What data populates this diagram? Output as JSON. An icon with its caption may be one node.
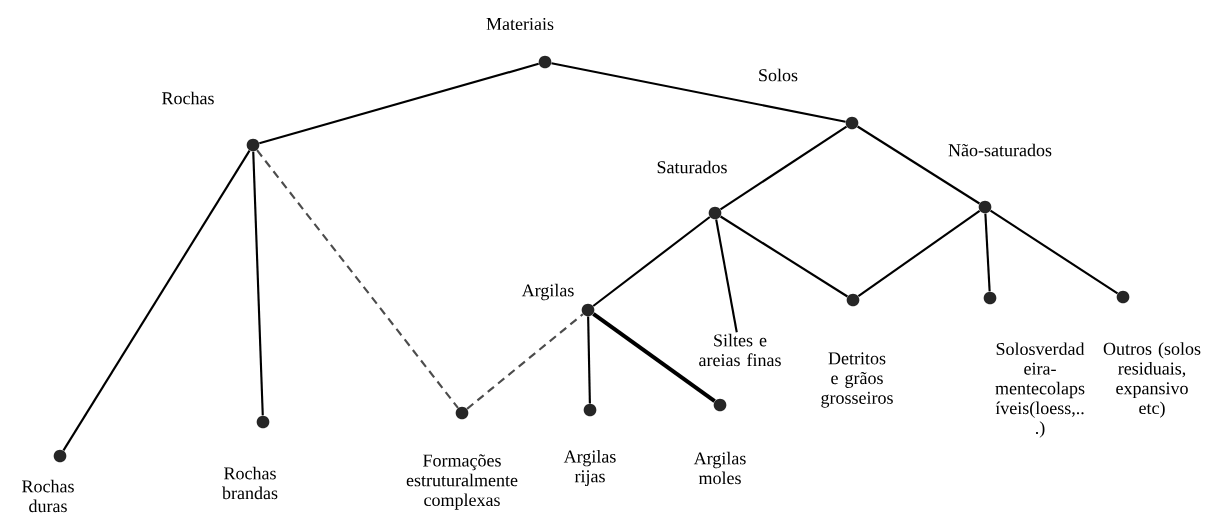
{
  "diagram": {
    "nodes": [
      {
        "text": [
          "Materiais"
        ]
      },
      {
        "text": [
          "Rochas"
        ]
      },
      {
        "text": [
          "Solos"
        ]
      },
      {
        "text": [
          "Saturados"
        ]
      },
      {
        "text": [
          "Não-saturados"
        ]
      },
      {
        "text": [
          "Rochas duras"
        ]
      },
      {
        "text": [
          "Rochas brandas"
        ]
      },
      {
        "text": [
          "Formações estruturalmente complexas"
        ]
      },
      {
        "text": [
          "Argilas"
        ]
      },
      {
        "text": [
          "Siltes e areias finas"
        ]
      },
      {
        "text": [
          "Detritos e grãos grosseiros"
        ]
      },
      {
        "text": [
          "Solosverdad eira- mentecolaps íveis(loess,.. .)"
        ]
      },
      {
        "text": [
          "Outros (solos residuais, expansivo etc)"
        ]
      },
      {
        "text": [
          "Argilas rijas"
        ]
      },
      {
        "text": [
          "Argilas moles"
        ]
      }
    ],
    "edges": [
      {
        "from": 0,
        "to": 1,
        "arrow": "none"
      },
      {
        "from": 0,
        "to": 2,
        "arrow": "none"
      },
      {
        "from": 1,
        "to": 5,
        "arrow": "none"
      },
      {
        "from": 1,
        "to": 6,
        "arrow": "none"
      },
      {
        "from": 1,
        "to": 7,
        "arrow": "none",
        "style": "dashed"
      },
      {
        "from": 7,
        "to": 8,
        "arrow": "none",
        "style": "dashed"
      },
      {
        "from": 2,
        "to": 3,
        "arrow": "none"
      },
      {
        "from": 2,
        "to": 4,
        "arrow": "none"
      },
      {
        "from": 3,
        "to": 8,
        "arrow": "none"
      },
      {
        "from": 3,
        "to": 9,
        "arrow": "none"
      },
      {
        "from": 3,
        "to": 10,
        "arrow": "none"
      },
      {
        "from": 4,
        "to": 10,
        "arrow": "none"
      },
      {
        "from": 4,
        "to": 11,
        "arrow": "none"
      },
      {
        "from": 4,
        "to": 12,
        "arrow": "none"
      },
      {
        "from": 8,
        "to": 13,
        "arrow": "none"
      },
      {
        "from": 8,
        "to": 14,
        "arrow": "none",
        "style": "thick"
      }
    ]
  }
}
